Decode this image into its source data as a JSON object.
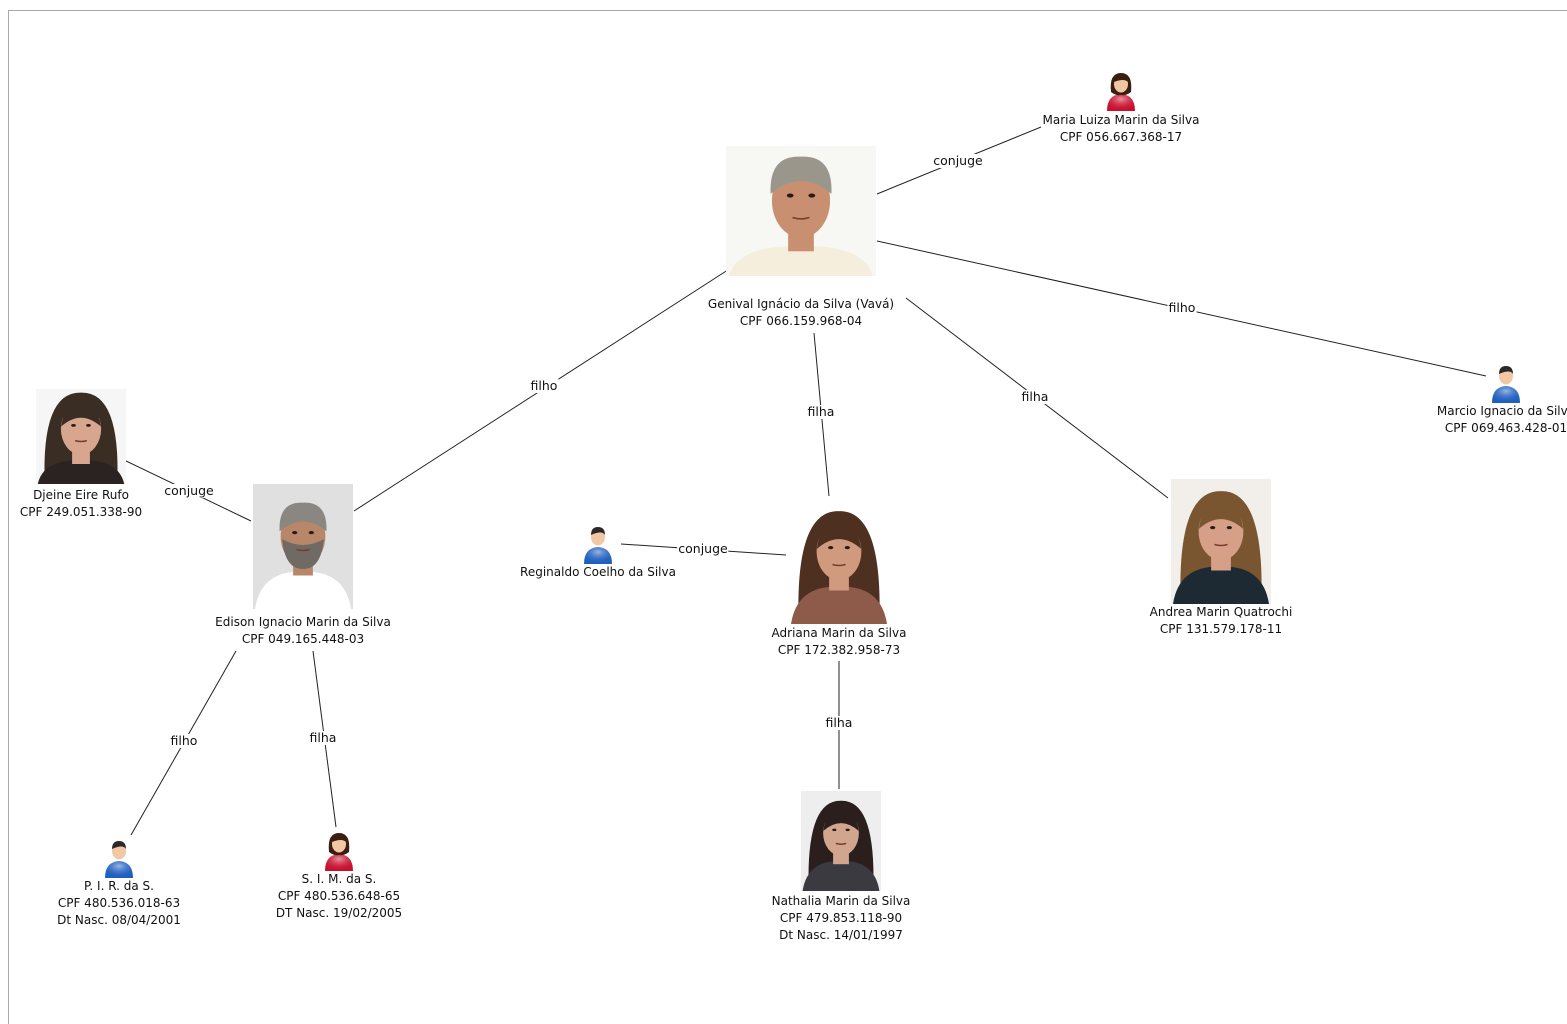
{
  "nodes": {
    "genival": {
      "lines": [
        "Genival Ignácio da Silva (Vavá)",
        "CPF 066.159.968-04"
      ],
      "avatar": "photo-male-gray-hair"
    },
    "maria": {
      "lines": [
        "Maria Luiza Marin da Silva",
        "CPF 056.667.368-17"
      ],
      "avatar": "female-user-icon"
    },
    "marcio": {
      "lines": [
        "Marcio Ignacio da Silva",
        "CPF 069.463.428-01"
      ],
      "avatar": "male-user-icon"
    },
    "edison": {
      "lines": [
        "Edison Ignacio Marin da Silva",
        "CPF 049.165.448-03"
      ],
      "avatar": "photo-male-gray-beard"
    },
    "djeine": {
      "lines": [
        "Djeine Eire Rufo",
        "CPF 249.051.338-90"
      ],
      "avatar": "photo-female-curly-hair"
    },
    "reginaldo": {
      "lines": [
        "Reginaldo Coelho da Silva"
      ],
      "avatar": "male-user-icon"
    },
    "adriana": {
      "lines": [
        "Adriana Marin da Silva",
        "CPF 172.382.958-73"
      ],
      "avatar": "photo-female-dark-hair"
    },
    "andrea": {
      "lines": [
        "Andrea Marin Quatrochi",
        "CPF 131.579.178-11"
      ],
      "avatar": "photo-female-light-hair"
    },
    "pir": {
      "lines": [
        "P. I. R. da S.",
        "CPF 480.536.018-63",
        "Dt Nasc. 08/04/2001"
      ],
      "avatar": "male-user-icon"
    },
    "sim": {
      "lines": [
        "S. I. M. da S.",
        "CPF 480.536.648-65",
        "DT Nasc. 19/02/2005"
      ],
      "avatar": "female-user-icon"
    },
    "nathalia": {
      "lines": [
        "Nathalia Marin da Silva",
        "CPF 479.853.118-90",
        "Dt Nasc. 14/01/1997"
      ],
      "avatar": "photo-female-long-hair"
    }
  },
  "edges": [
    {
      "id": "genival-maria",
      "label": "conjuge"
    },
    {
      "id": "genival-marcio",
      "label": "filho"
    },
    {
      "id": "genival-edison",
      "label": "filho"
    },
    {
      "id": "genival-adriana",
      "label": "filha"
    },
    {
      "id": "genival-andrea",
      "label": "filha"
    },
    {
      "id": "djeine-edison",
      "label": "conjuge"
    },
    {
      "id": "reginaldo-adriana",
      "label": "conjuge"
    },
    {
      "id": "edison-pir",
      "label": "filho"
    },
    {
      "id": "edison-sim",
      "label": "filha"
    },
    {
      "id": "adriana-nathalia",
      "label": "filha"
    }
  ],
  "colors": {
    "male_icon": "#1f5fbf",
    "female_icon": "#c8102e",
    "edge_line": "#222222"
  }
}
